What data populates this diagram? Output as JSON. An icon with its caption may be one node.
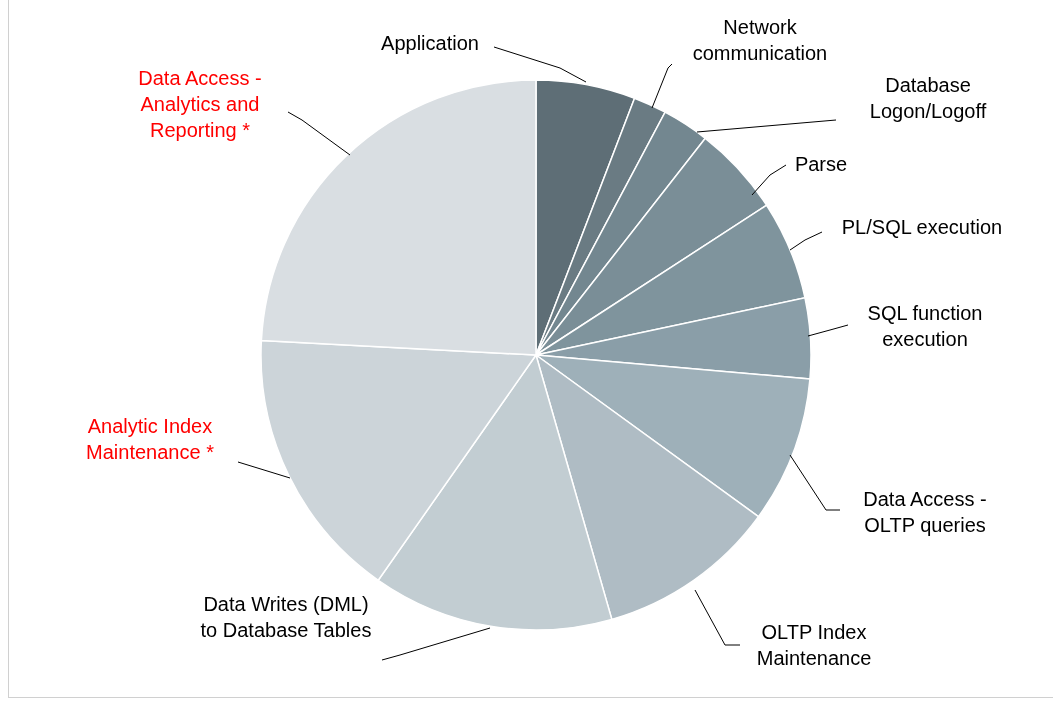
{
  "diagram": {
    "nodes": [
      {
        "text": [
          "Application"
        ]
      },
      {
        "text": [
          "Network communication"
        ]
      },
      {
        "text": [
          "Database Logon/Logoff"
        ]
      },
      {
        "text": [
          "Parse"
        ]
      },
      {
        "text": [
          "PL/SQL execution"
        ]
      },
      {
        "text": [
          "SQL function execution"
        ]
      },
      {
        "text": [
          "Data Access - OLTP queries"
        ]
      },
      {
        "text": [
          "OLTP Index Maintenance"
        ]
      },
      {
        "text": [
          "Data Writes (DML) to Database Tables"
        ]
      },
      {
        "text": [
          "Analytic Index Maintenance *"
        ]
      },
      {
        "text": [
          "Data Access - Analytics and Reporting *"
        ]
      }
    ],
    "edges": [
      {
        "from": 0,
        "to": null,
        "arrow": "none"
      },
      {
        "from": 1,
        "to": null,
        "arrow": "none"
      },
      {
        "from": 2,
        "to": null,
        "arrow": "none"
      },
      {
        "from": 3,
        "to": null,
        "arrow": "none"
      },
      {
        "from": 4,
        "to": null,
        "arrow": "none"
      },
      {
        "from": 5,
        "to": null,
        "arrow": "none"
      },
      {
        "from": 6,
        "to": null,
        "arrow": "none"
      },
      {
        "from": 7,
        "to": null,
        "arrow": "none"
      },
      {
        "from": 8,
        "to": null,
        "arrow": "none"
      },
      {
        "from": 9,
        "to": null,
        "arrow": "none"
      },
      {
        "from": 10,
        "to": null,
        "arrow": "none"
      }
    ]
  }
}
